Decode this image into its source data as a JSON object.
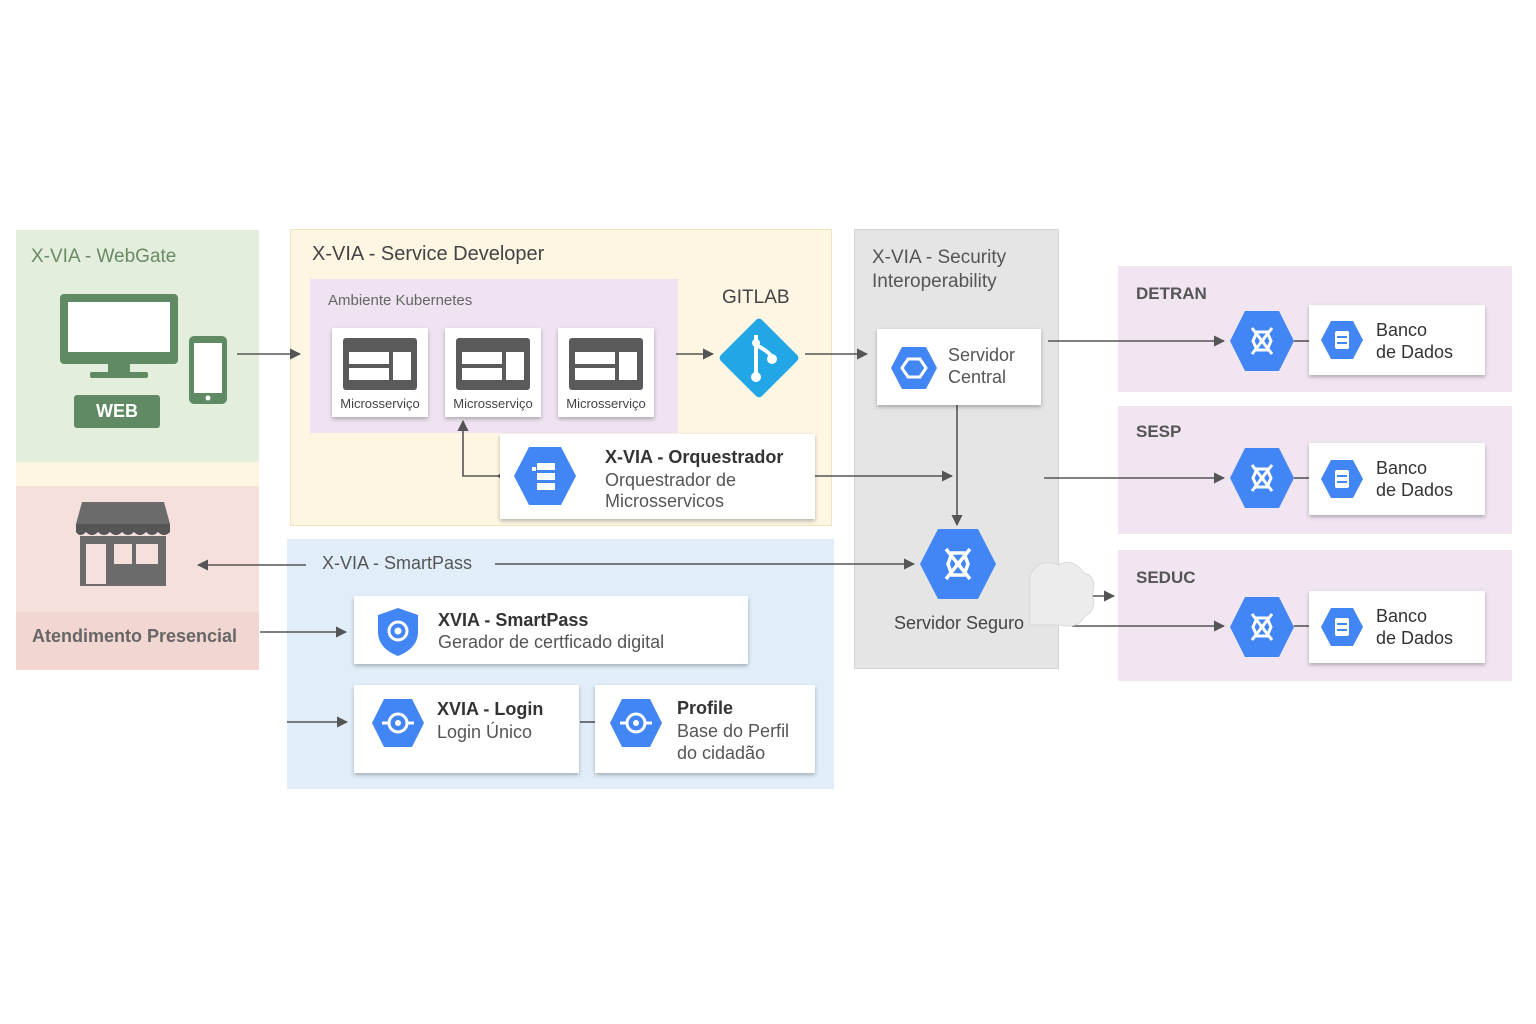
{
  "webgate": {
    "title": "X-VIA - WebGate",
    "web_badge": "WEB",
    "icons": [
      "desktop-monitor-icon",
      "smartphone-icon"
    ]
  },
  "atendimento": {
    "label": "Atendimento Presencial",
    "icon": "storefront-icon"
  },
  "service_developer": {
    "title": "X-VIA - Service Developer",
    "kubernetes": {
      "title": "Ambiente Kubernetes",
      "microservices": [
        "Microsserviço",
        "Microsserviço",
        "Microsserviço"
      ]
    },
    "gitlab": {
      "label": "GITLAB",
      "icon": "git-branch-icon"
    },
    "orchestrator": {
      "title": "X-VIA - Orquestrador",
      "subtitle_line1": "Orquestrador de",
      "subtitle_line2": "Microsservicos"
    }
  },
  "smartpass": {
    "title": "X-VIA - SmartPass",
    "certificate": {
      "title": "XVIA - SmartPass",
      "subtitle": "Gerador de certficado digital"
    },
    "login": {
      "title": "XVIA - Login",
      "subtitle": "Login Único"
    },
    "profile": {
      "title": "Profile",
      "subtitle_line1": "Base do Perfil",
      "subtitle_line2": "do cidadão"
    }
  },
  "security": {
    "title_line1": "X-VIA - Security",
    "title_line2": "Interoperability",
    "servidor_central": {
      "line1": "Servidor",
      "line2": "Central"
    },
    "servidor_seguro": "Servidor Seguro"
  },
  "agencies": [
    {
      "name": "DETRAN",
      "db_line1": "Banco",
      "db_line2": "de Dados"
    },
    {
      "name": "SESP",
      "db_line1": "Banco",
      "db_line2": "de Dados"
    },
    {
      "name": "SEDUC",
      "db_line1": "Banco",
      "db_line2": "de Dados"
    }
  ],
  "colors": {
    "webgate_bg": "#e3efdc",
    "atendimento_bg": "#f6e0db",
    "service_dev_bg": "#fdf6e3",
    "kubernetes_bg": "#efe3f1",
    "smartpass_bg": "#e1eef9",
    "security_bg": "#e5e5e5",
    "agency_bg": "#f1e5f1",
    "gcp_blue": "#4285f4",
    "gitlab_blue": "#23a6e6",
    "webgate_green": "#5f8a63",
    "arrow": "#555555"
  }
}
